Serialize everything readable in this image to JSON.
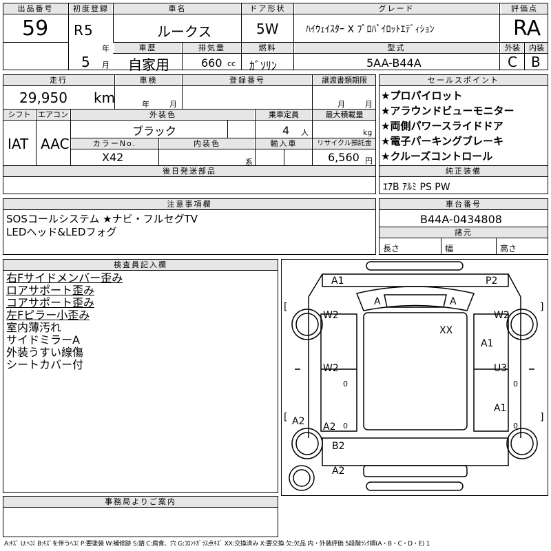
{
  "header": {
    "labels": {
      "lot_no": "出品番号",
      "first_reg": "初度登録",
      "car_name": "車名",
      "door": "ドア形状",
      "grade": "グレード",
      "score": "評価点",
      "history": "車歴",
      "displacement": "排気量",
      "fuel": "燃料",
      "model": "型式",
      "exterior": "外装",
      "interior": "内装",
      "year_unit": "年",
      "month_unit": "月",
      "cc_unit": "cc"
    },
    "lot_no": "59",
    "era": "R",
    "year": "5",
    "month": "5",
    "car_name": "ルークス",
    "door": "5W",
    "grade": "ﾊｲｳｪｲｽﾀｰ X ﾌﾟﾛﾊﾟｲﾛｯﾄｴﾃﾞｨｼｮﾝ",
    "score": "RA",
    "history": "自家用",
    "displacement": "660",
    "fuel": "ｶﾞｿﾘﾝ",
    "model": "5AA-B44A",
    "exterior_grade": "C",
    "interior_grade": "B"
  },
  "row2": {
    "labels": {
      "mileage": "走行",
      "inspection": "車検",
      "reg_no": "登録番号",
      "transfer": "譲渡書類期限",
      "selling_points": "セールスポイント",
      "shift": "シフト",
      "aircon": "エアコン",
      "color": "外装色",
      "capacity": "乗車定員",
      "max_load": "最大積載量",
      "color_no": "カラーNo.",
      "int_color": "内装色",
      "import": "輸入車",
      "recycle": "リサイクル預託金",
      "deferred": "後日発送部品",
      "equipment": "純正装備",
      "km_unit": "km",
      "year_unit": "年",
      "month_unit": "月",
      "person_unit": "人",
      "kg_unit": "kg",
      "yen_unit": "円",
      "kei_unit": "系"
    },
    "mileage": "29,950",
    "shift": "IAT",
    "aircon": "AAC",
    "color": "ブラック",
    "capacity": "4",
    "color_no": "X42",
    "recycle": "6,560",
    "selling_points": [
      "★プロパイロット",
      "★アラウンドビューモニター",
      "★両側パワースライドドア",
      "★電子パーキングブレーキ",
      "★クルーズコントロール"
    ],
    "equipment": "ｴｱB ｱﾙﾐ PS PW"
  },
  "notes": {
    "label": "注意事項欄",
    "lines": [
      "SOSコールシステム ★ナビ・フルセグTV",
      "LEDヘッド&LEDフォグ"
    ]
  },
  "chassis": {
    "label": "車台番号",
    "value": "B44A-0434808",
    "dims_label": "諸元",
    "length": "長さ",
    "width": "幅",
    "height": "高さ"
  },
  "inspector": {
    "label": "検査員記入欄",
    "lines": [
      {
        "text": "右Fサイドメンバー歪み",
        "ul": true
      },
      {
        "text": "ロアサポート歪み",
        "ul": true
      },
      {
        "text": "コアサポート歪み",
        "ul": true
      },
      {
        "text": "左Fピラー小歪み",
        "ul": true
      },
      {
        "text": "室内薄汚れ",
        "ul": false
      },
      {
        "text": "サイドミラーA",
        "ul": false
      },
      {
        "text": "外装うすい線傷",
        "ul": false
      },
      {
        "text": "シートカバー付",
        "ul": false
      }
    ]
  },
  "diagram": {
    "marks": {
      "a1_front_left": "A1",
      "p2": "P2",
      "a_wind_left": "A",
      "a_wind_right": "A",
      "w2_left_front": "W2",
      "w2_right_front": "W2",
      "xx": "XX",
      "a1_right": "A1",
      "w2_left_door": "W2",
      "u3": "U3",
      "a1_right_rear": "A1",
      "a2_left": "A2",
      "a2_left_rear": "A2",
      "b2": "B2",
      "a2_rear": "A2",
      "zero1": "0",
      "zero2": "0",
      "zero3": "0",
      "zero4": "0",
      "bracket_open": "[",
      "bracket_close": "]"
    }
  },
  "office": {
    "label": "事務局よりご案内"
  },
  "legend": "A:ｷｽﾞ U:ﾍｺﾐ B:ｷｽﾞを伴うﾍｺﾐ P:要塗装 W:補修跡 S:錆 C:腐食、穴 G:ﾌﾛﾝﾄｶﾞﾗｽ点ｷｽﾞ XX:交換済み X:要交換 欠:欠品 内・外装評価 5段階ﾗﾝｸ順(A・B・C・D・E) 1"
}
